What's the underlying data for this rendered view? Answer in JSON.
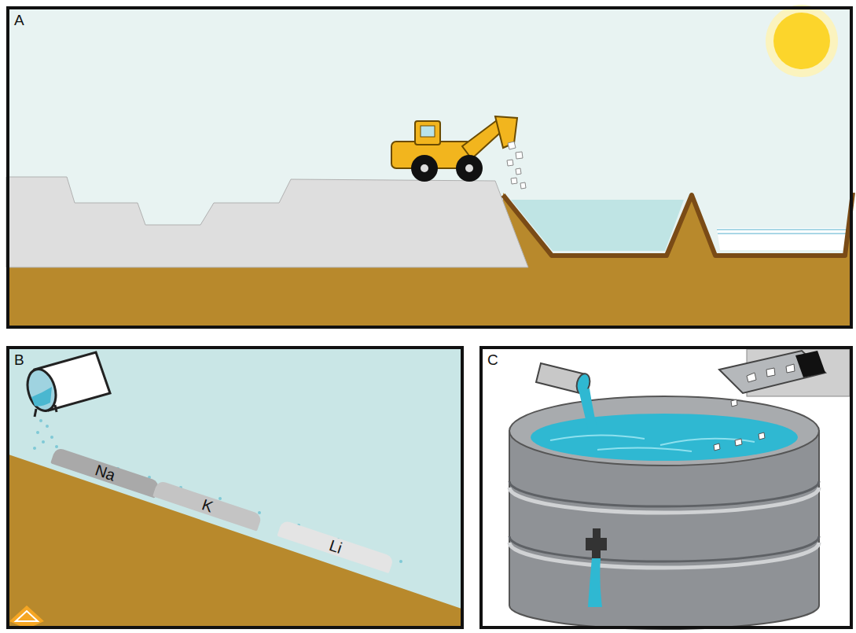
{
  "diagram": {
    "nodes": [
      {
        "text": [
          "A"
        ]
      },
      {
        "text": [
          "B"
        ]
      },
      {
        "text": [
          "Na"
        ],
        "in": 1
      },
      {
        "text": [
          "K"
        ],
        "in": 1
      },
      {
        "text": [
          "Li"
        ],
        "in": 1
      },
      {
        "text": [
          "C"
        ]
      }
    ],
    "edges": []
  }
}
